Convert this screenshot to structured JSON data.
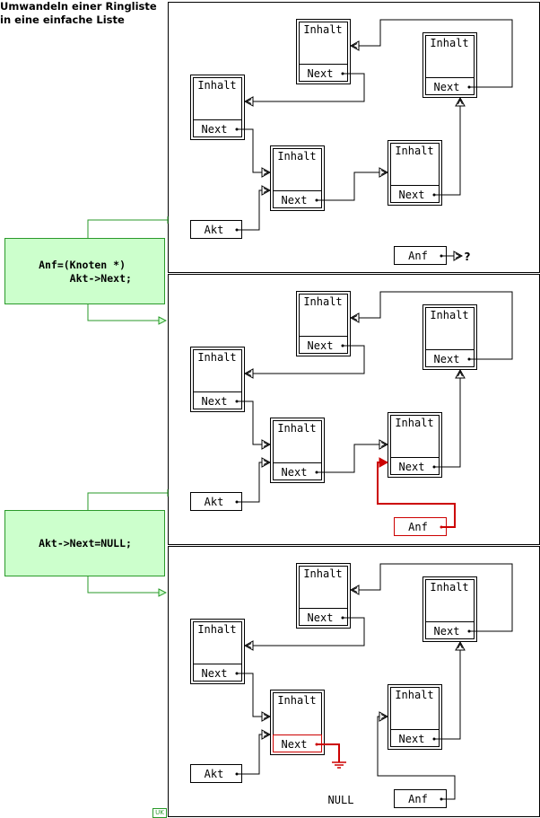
{
  "title": {
    "line1": "Umwandeln einer Ringliste",
    "line2": "in eine einfache Liste"
  },
  "code_steps": [
    {
      "line1": "Anf=(Knoten *)",
      "line2": "     Akt->Next;"
    },
    {
      "line1": "Akt->Next=NULL;"
    }
  ],
  "labels": {
    "inhalt": "Inhalt",
    "next": "Next",
    "akt": "Akt",
    "anf": "Anf",
    "null": "NULL",
    "question": "?"
  },
  "badge": "UK",
  "colors": {
    "highlight": "#cc0000",
    "code_box_fill": "#ccffcc",
    "code_box_border": "#2a9a2a",
    "frame": "#000000"
  }
}
